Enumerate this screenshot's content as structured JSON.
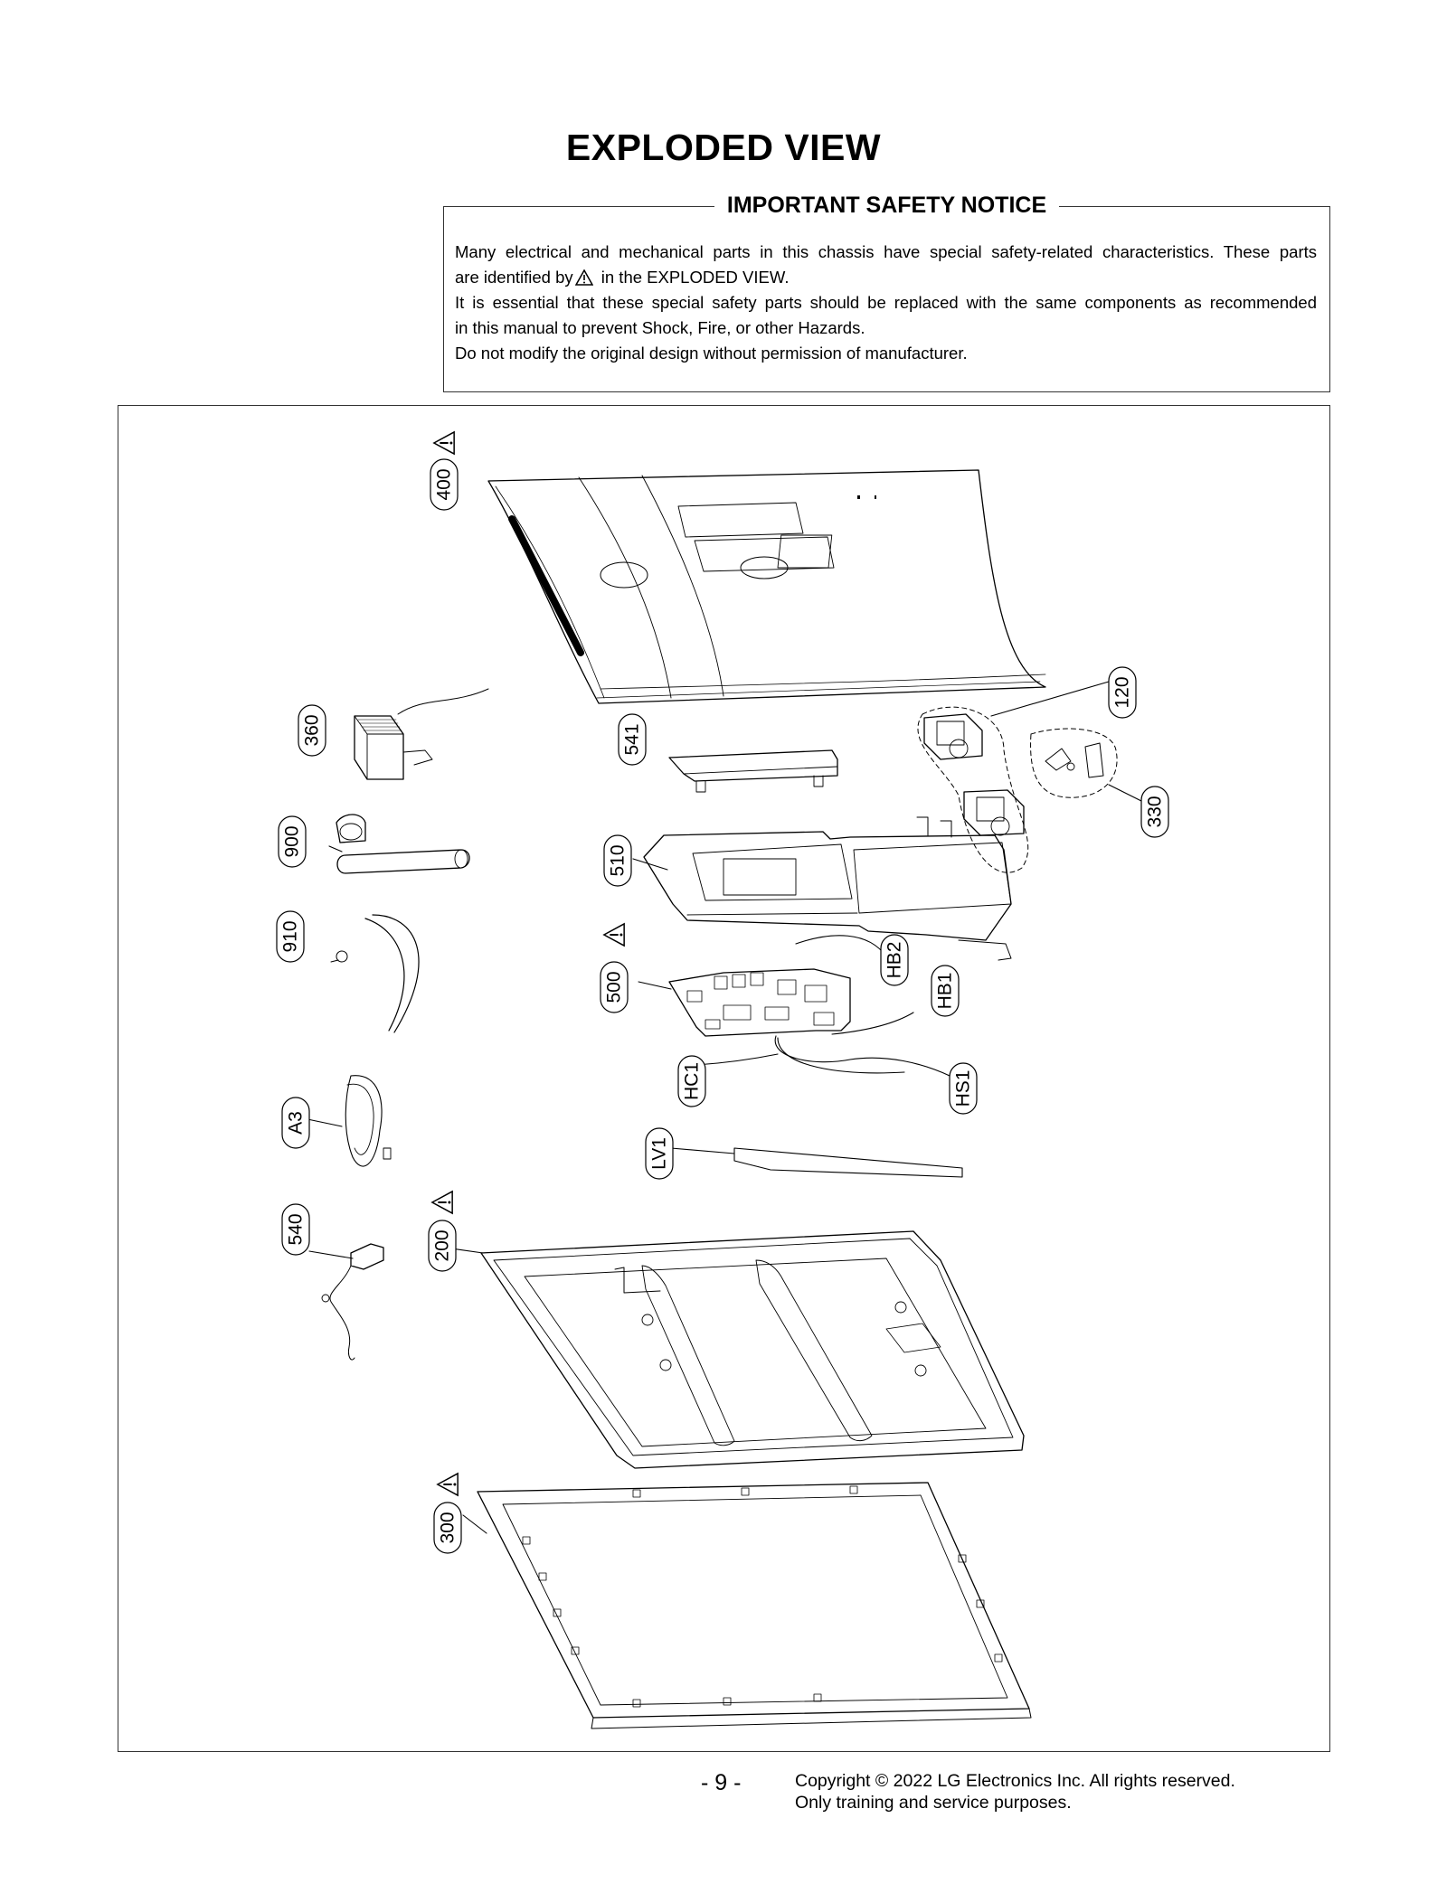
{
  "page_title": "EXPLODED VIEW",
  "notice": {
    "heading": "IMPORTANT SAFETY NOTICE",
    "line1": "Many electrical and mechanical parts in this chassis have special safety-related characteristics. These parts",
    "line2_pre": "are identified by",
    "line2_post": "in the EXPLODED VIEW.",
    "line3": "It is essential that these special safety parts should be replaced with the same components as recommended",
    "line4": "in this manual to prevent Shock, Fire, or other Hazards.",
    "line5": "Do not modify the original design without permission of manufacturer."
  },
  "callouts": {
    "c400": "400",
    "c360": "360",
    "c541": "541",
    "c120": "120",
    "c330": "330",
    "c900": "900",
    "c510": "510",
    "c910": "910",
    "c500": "500",
    "c hb2": "HB2",
    "hb2": "HB2",
    "hb1": "HB1",
    "hc1": "HC1",
    "hs1": "HS1",
    "a3": "A3",
    "lv1": "LV1",
    "c540": "540",
    "c200": "200",
    "c300": "300"
  },
  "footer": {
    "page_number": "- 9 -",
    "copyright_line1": "Copyright © 2022 LG Electronics Inc. All rights reserved.",
    "copyright_line2": "Only training and service purposes."
  }
}
